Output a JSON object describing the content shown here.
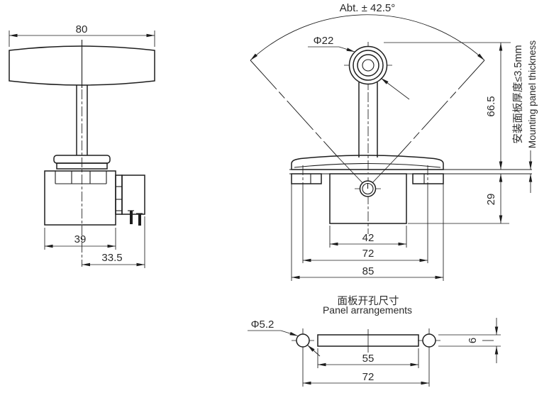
{
  "colors": {
    "background": "#ffffff",
    "line": "#1d1d1d",
    "text": "#2a2a2a"
  },
  "drawing": {
    "side_view": {
      "knob_width": "80",
      "body_width": "39",
      "shaft_to_edge": "33.5"
    },
    "front_view": {
      "swing_angle": "Abt. ± 42.5°",
      "knob_diameter": "Φ22",
      "height_above_panel": "66.5",
      "depth_below_panel": "29",
      "body_width": "42",
      "mounting_hole_spacing": "72",
      "bezel_width": "85",
      "panel_note_zh": "安装面板厚度≤3.5mm",
      "panel_note_en": "Mounting panel thickness"
    },
    "panel_cutout": {
      "title_zh": "面板开孔尺寸",
      "title_en": "Panel arrangements",
      "hole_diameter": "Φ5.2",
      "slot_length": "55",
      "hole_spacing": "72",
      "slot_height": "6"
    }
  }
}
